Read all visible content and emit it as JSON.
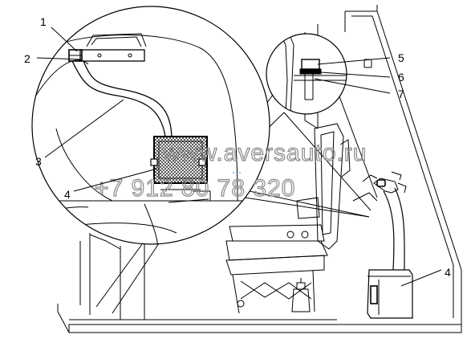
{
  "callouts": {
    "c1": "1",
    "c2": "2",
    "c3": "3",
    "c4_left": "4",
    "c5": "5",
    "c6": "6",
    "c7": "7",
    "c4_right": "4"
  },
  "watermark": {
    "line1": "www.aversauto.ru",
    "line2": "+7 912 80 78 320"
  },
  "colors": {
    "ink": "#000000",
    "watermark": "#8a8a8a",
    "background": "#ffffff"
  }
}
